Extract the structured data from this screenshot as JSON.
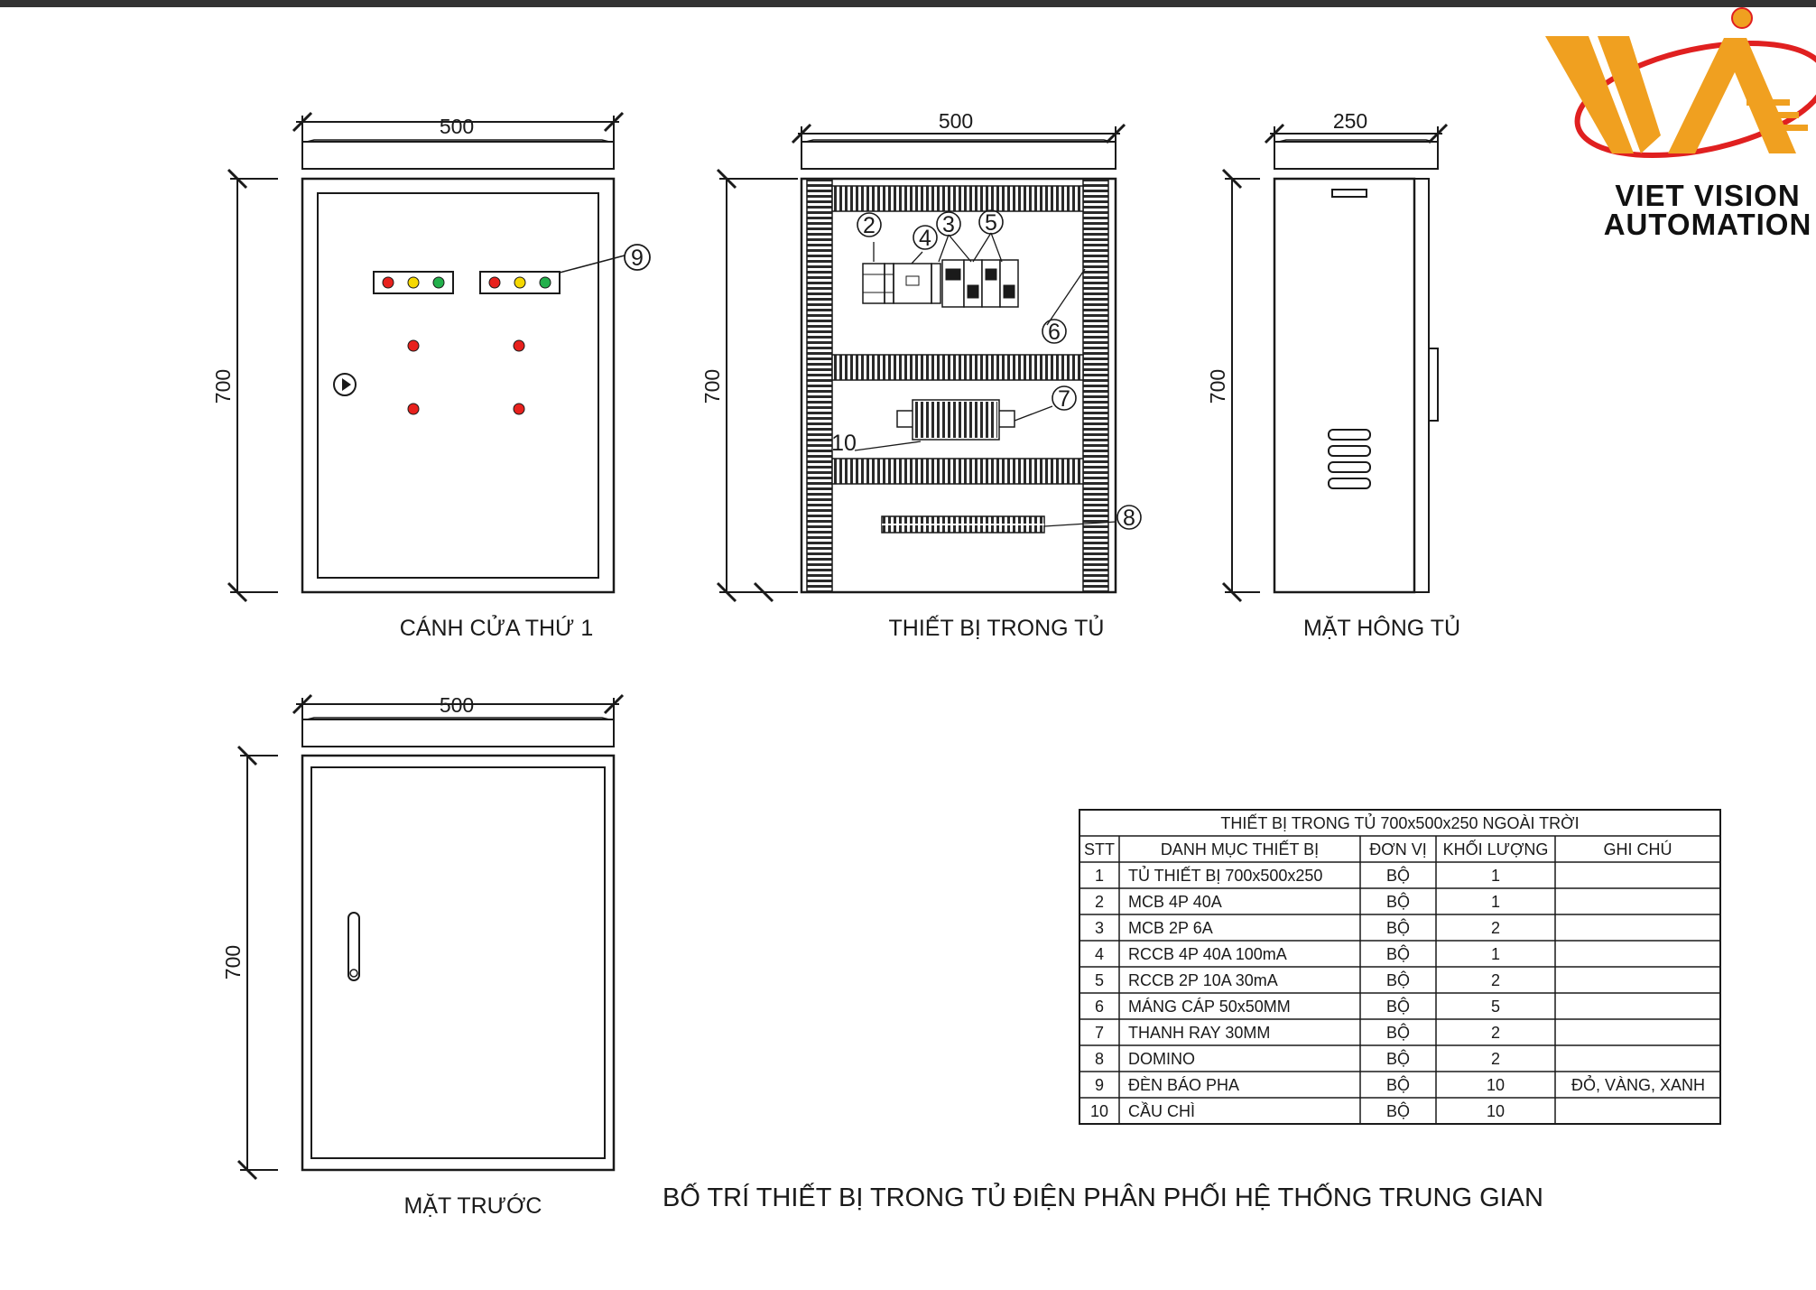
{
  "captions": {
    "door": "CÁNH CỬA THỨ 1",
    "inside": "THIẾT BỊ TRONG TỦ",
    "side": "MẶT HÔNG TỦ",
    "front": "MẶT TRƯỚC"
  },
  "dimensions": {
    "door_width": "500",
    "door_height": "700",
    "inside_width": "500",
    "inside_height": "700",
    "side_width": "250",
    "side_height": "700",
    "front_width": "500",
    "front_height": "700"
  },
  "callouts": [
    "2",
    "4",
    "3",
    "5",
    "6",
    "7",
    "10",
    "8",
    "9"
  ],
  "drawing_title": "BỐ TRÍ THIẾT BỊ TRONG TỦ ĐIỆN PHÂN PHỐI HỆ THỐNG TRUNG GIAN",
  "logo": {
    "line1": "VIET VISION",
    "line2": "AUTOMATION",
    "accent": "#f0a020",
    "ring": "#e02020"
  },
  "indicator_colors": {
    "red": "#e8211d",
    "yellow": "#f5d800",
    "green": "#22b04b"
  },
  "bom_table": {
    "title": "THIẾT BỊ TRONG TỦ 700x500x250 NGOÀI TRỜI",
    "headers": [
      "STT",
      "DANH MỤC THIẾT BỊ",
      "ĐƠN VỊ",
      "KHỐI LƯỢNG",
      "GHI CHÚ"
    ],
    "rows": [
      [
        "1",
        "TỦ THIẾT BỊ 700x500x250",
        "BỘ",
        "1",
        ""
      ],
      [
        "2",
        "MCB 4P 40A",
        "BỘ",
        "1",
        ""
      ],
      [
        "3",
        "MCB 2P 6A",
        "BỘ",
        "2",
        ""
      ],
      [
        "4",
        "RCCB 4P 40A 100mA",
        "BỘ",
        "1",
        ""
      ],
      [
        "5",
        "RCCB 2P 10A 30mA",
        "BỘ",
        "2",
        ""
      ],
      [
        "6",
        "MÁNG CÁP 50x50MM",
        "BỘ",
        "5",
        ""
      ],
      [
        "7",
        "THANH RAY 30MM",
        "BỘ",
        "2",
        ""
      ],
      [
        "8",
        "DOMINO",
        "BỘ",
        "2",
        ""
      ],
      [
        "9",
        "ĐÈN BÁO PHA",
        "BỘ",
        "10",
        "ĐỎ,  VÀNG,  XANH"
      ],
      [
        "10",
        "CẦU CHÌ",
        "BỘ",
        "10",
        ""
      ]
    ]
  }
}
